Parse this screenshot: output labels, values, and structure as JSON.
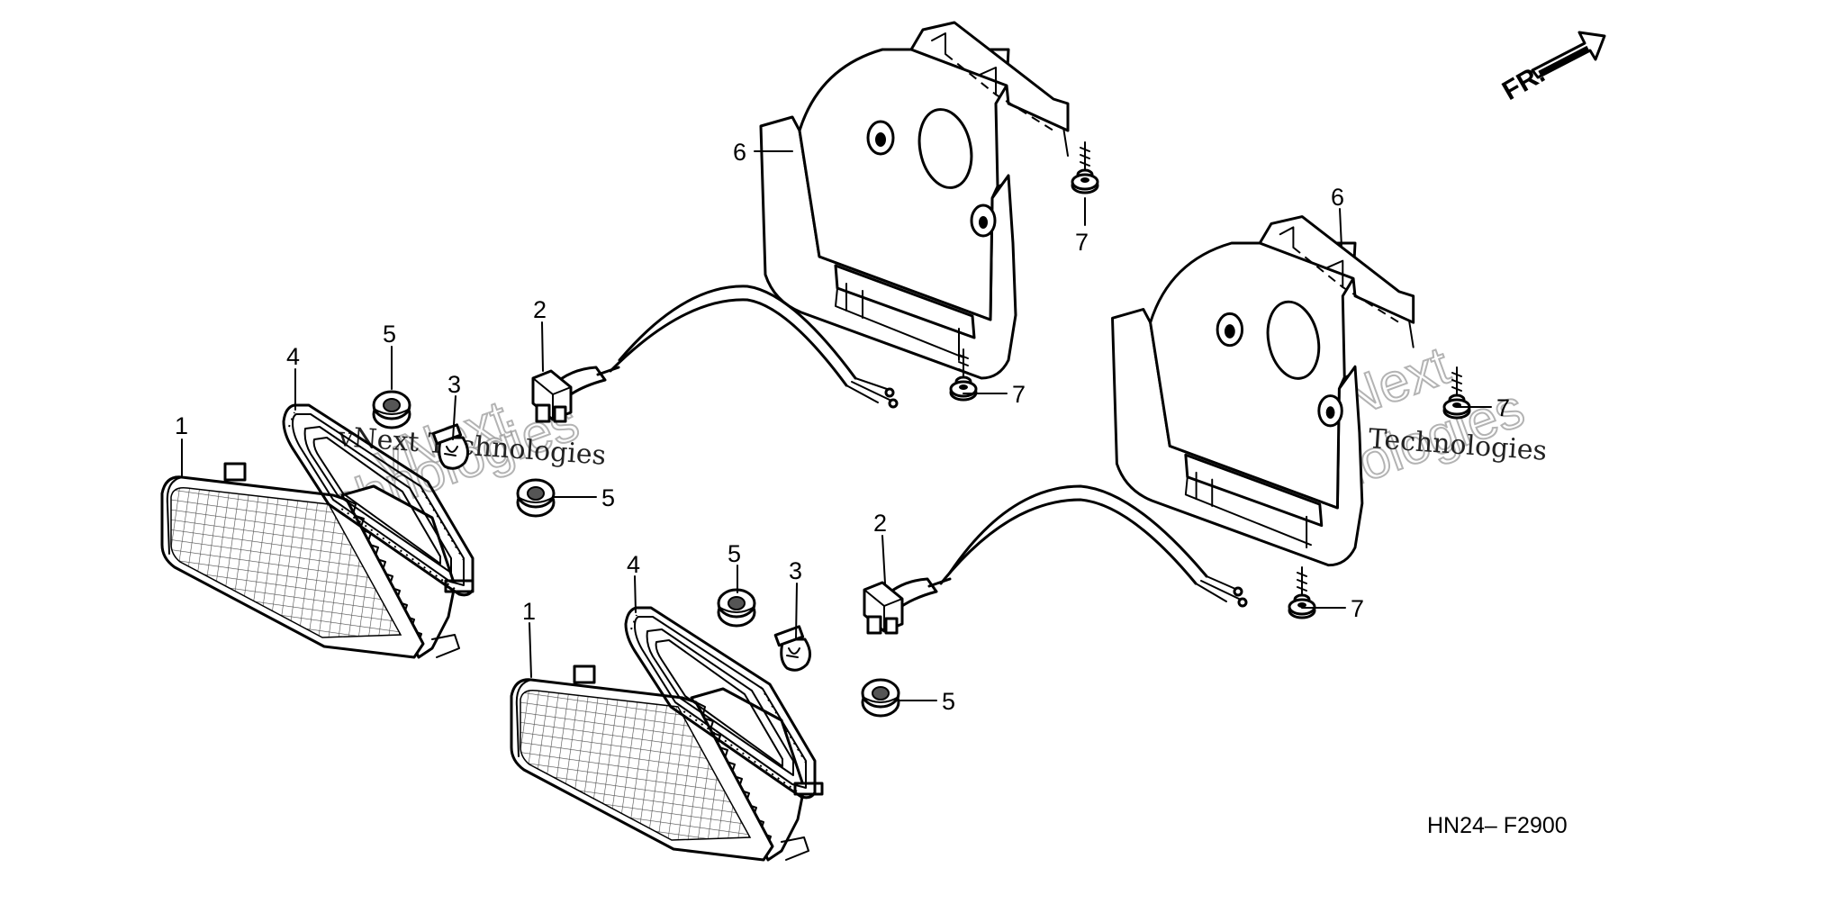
{
  "callouts": {
    "lens_left": "1",
    "lens_right": "1",
    "socket_left": "2",
    "socket_right": "2",
    "bulb_left": "3",
    "bulb_right": "3",
    "seal_left": "4",
    "seal_right": "4",
    "grommet_left_top": "5",
    "grommet_left_bottom": "5",
    "grommet_right_top": "5",
    "grommet_right_bottom": "5",
    "case_left": "6",
    "case_right": "6",
    "screw_left_top": "7",
    "screw_left_bottom": "7",
    "screw_right_top": "7",
    "screw_right_bottom": "7"
  },
  "direction_label": "FR.",
  "diagram_code": "HN24– F2900",
  "watermark": {
    "line1": "vNext Technologies",
    "line2": "vNext",
    "line3": "technologies"
  }
}
